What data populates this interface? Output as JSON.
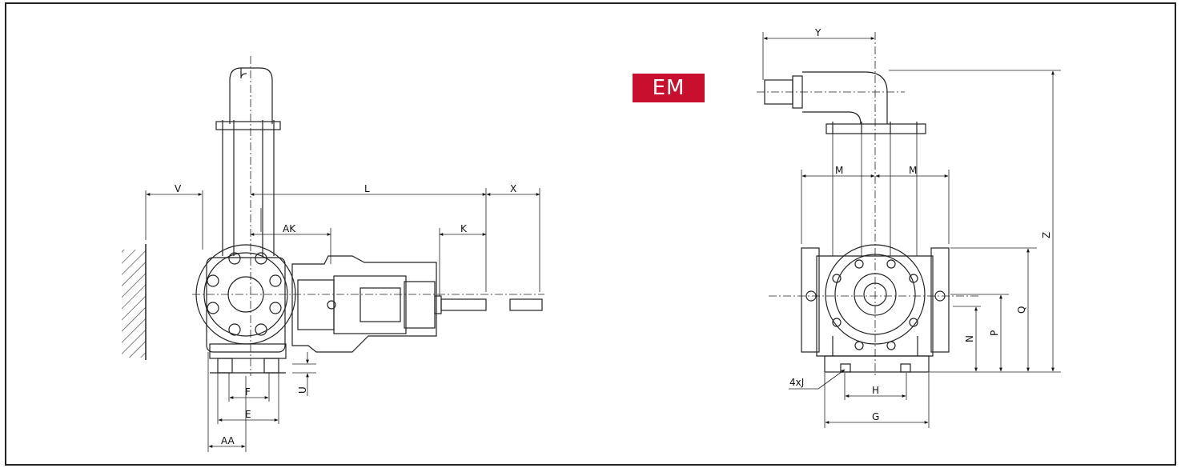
{
  "model_badge": {
    "label": "EM",
    "color": "#c8102e"
  },
  "side_view": {
    "dims": {
      "V": "V",
      "L": "L",
      "X": "X",
      "AK": "AK",
      "K": "K",
      "F": "F",
      "E": "E",
      "AA": "AA",
      "U": "U"
    }
  },
  "front_view": {
    "dims": {
      "Y": "Y",
      "M_left": "M",
      "M_right": "M",
      "Z": "Z",
      "Q": "Q",
      "P": "P",
      "N": "N",
      "J": "4xJ",
      "H": "H",
      "G": "G"
    }
  }
}
